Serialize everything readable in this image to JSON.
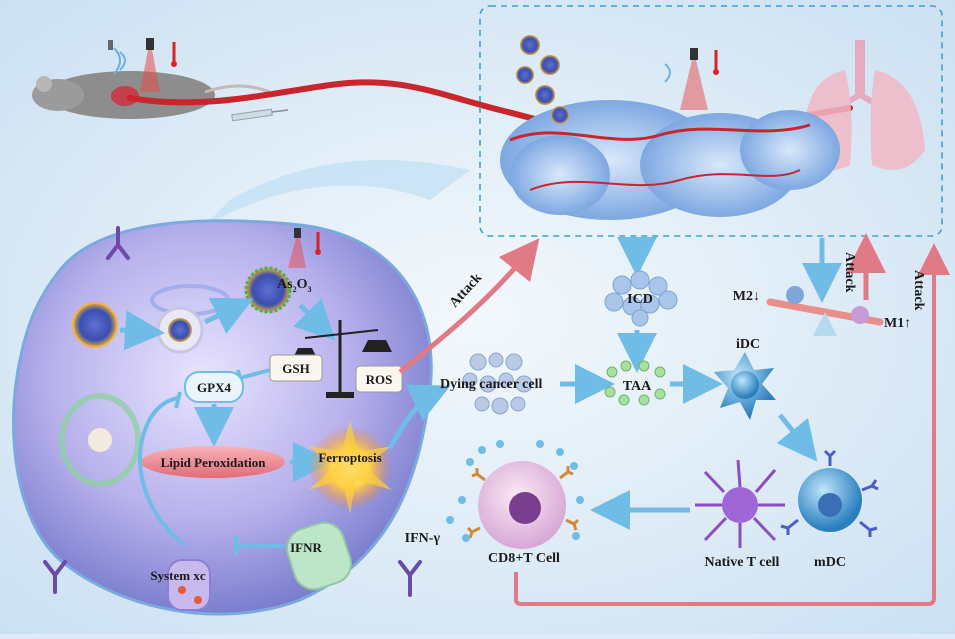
{
  "labels": {
    "attack_upper": "Attack",
    "attack_right_1": "Attack",
    "attack_right_2": "Attack",
    "as2o3_main": "As",
    "as2o3_sub1": "2",
    "as2o3_o": "O",
    "as2o3_sub2": "3",
    "gsh": "GSH",
    "ros": "ROS",
    "gpx4": "GPX4",
    "lipid_peroxidation": "Lipid Peroxidation",
    "ferroptosis": "Ferroptosis",
    "system_xc": "System xc",
    "ifnr": "IFNR",
    "dying_cancer_cell": "Dying cancer cell",
    "icd": "ICD",
    "taa": "TAA",
    "idc": "iDC",
    "mdc": "mDC",
    "native_t_cell": "Native T cell",
    "cd8_t_cell": "CD8+T Cell",
    "ifn_gamma": "IFN-γ",
    "m2": "M2↓",
    "m1": "M1↑"
  },
  "colors": {
    "background": "#dcebf7",
    "arrow_blue": "#6fbde6",
    "arrow_red": "#e07b86",
    "cell_body": "#b9b6e6",
    "dashed_box": "#3aa0d8",
    "tumor": "#8fb8e8",
    "vessel": "#c8262c",
    "lung": "#f2b8c6"
  }
}
